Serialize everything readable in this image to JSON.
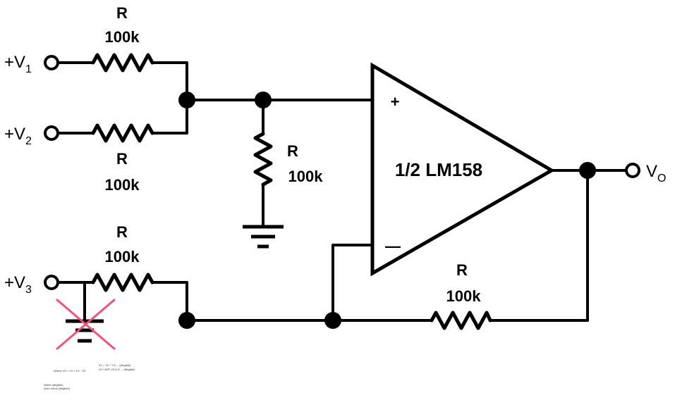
{
  "diagram": {
    "inputs": {
      "v1": {
        "main": "+V",
        "sub": "1"
      },
      "v2": {
        "main": "+V",
        "sub": "2"
      },
      "v3": {
        "main": "+V",
        "sub": "3"
      }
    },
    "output": {
      "main": "V",
      "sub": "O"
    },
    "resistors": [
      {
        "id": "r_v1",
        "name": "R",
        "value": "100k"
      },
      {
        "id": "r_v2",
        "name": "R",
        "value": "100k"
      },
      {
        "id": "r_ground",
        "name": "R",
        "value": "100k"
      },
      {
        "id": "r_v3",
        "name": "R",
        "value": "100k"
      },
      {
        "id": "r_feedback",
        "name": "R",
        "value": "100k"
      }
    ],
    "opamp": {
      "label": "1/2 LM158",
      "plus_symbol": "+",
      "minus_symbol": "—"
    },
    "notes": [
      "Where V0 = V1 + V2 - V3",
      "V1 = V2 + V3 ... (illegible)",
      "V1+ ANT CELLS ... (illegible)",
      "Notes (illegible)",
      "Auto check (illegible)"
    ]
  },
  "colors": {
    "ink": "#000000",
    "strike": "#f0527a",
    "background": "#ffffff"
  }
}
